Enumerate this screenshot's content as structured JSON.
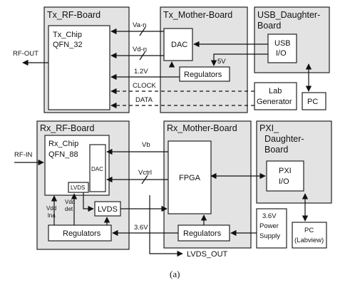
{
  "tx": {
    "rf_board": "Tx_RF-Board",
    "chip_line1": "Tx_Chip",
    "chip_line2": "QFN_32",
    "mother_board": "Tx_Mother-Board",
    "dac": "DAC",
    "regulators": "Regulators",
    "rf_out": "RF-OUT",
    "va_n": "Va-n",
    "vd_n": "Vd-n",
    "v12": "1.2V",
    "v5": "5V",
    "clock": "CLOCK",
    "data": "DATA"
  },
  "usb": {
    "board_line1": "USB_Daughter-",
    "board_line2": "Board",
    "io_line1": "USB",
    "io_line2": "I/O",
    "pc": "PC"
  },
  "lab": {
    "line1": "Lab",
    "line2": "Generator"
  },
  "rx": {
    "rf_board": "Rx_RF-Board",
    "chip_line1": "Rx_Chip",
    "chip_line2": "QFN_88",
    "dac": "DAC",
    "lvds_small": "LVDS",
    "lvds": "LVDS",
    "regulators": "Regulators",
    "rf_in": "RF-IN",
    "vdd_lna_1": "Vdd",
    "vdd_lna_2": "lna",
    "vdd_det_1": "Vdd",
    "vdd_det_2": "det",
    "mother_board": "Rx_Mother-Board",
    "fpga": "FPGA",
    "vb": "Vb",
    "vctrl": "Vctrl",
    "mb_regulators": "Regulators",
    "v36": "3.6V",
    "lvds_out": "LVDS_OUT"
  },
  "pxi": {
    "board_line1": "PXI_",
    "board_line2": "Daughter-",
    "board_line3": "Board",
    "io_line1": "PXI",
    "io_line2": "I/O"
  },
  "supply": {
    "line1": "3.6V",
    "line2": "Power",
    "line3": "Supply"
  },
  "pc_labview": {
    "line1": "PC",
    "line2": "(Labview)"
  },
  "caption": "(a)"
}
